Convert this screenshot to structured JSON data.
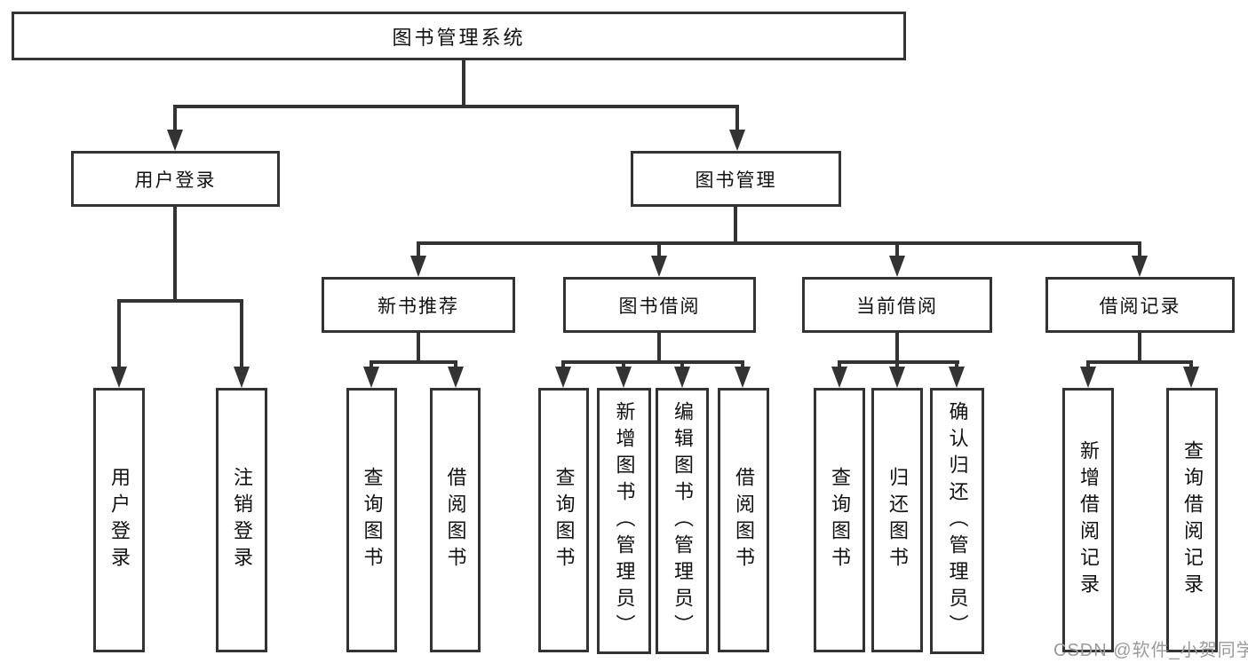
{
  "diagram": {
    "root": {
      "label": "图书管理系统"
    },
    "branches": [
      {
        "label": "用户登录",
        "leaves": [
          "用户登录",
          "注销登录"
        ]
      },
      {
        "label": "图书管理",
        "children": [
          {
            "label": "新书推荐",
            "leaves": [
              "查询图书",
              "借阅图书"
            ]
          },
          {
            "label": "图书借阅",
            "leaves": [
              "查询图书",
              "新增图书（管理员）",
              "编辑图书（管理员）",
              "借阅图书"
            ]
          },
          {
            "label": "当前借阅",
            "leaves": [
              "查询图书",
              "归还图书",
              "确认归还（管理员）"
            ]
          },
          {
            "label": "借阅记录",
            "leaves": [
              "新增借阅记录",
              "查询借阅记录"
            ]
          }
        ]
      }
    ]
  },
  "watermark": {
    "text": "CSDN @软件_小贺同学"
  },
  "colors": {
    "line": "#333333",
    "text": "#111111",
    "background": "#ffffff",
    "watermark": "#9b9b9b"
  }
}
